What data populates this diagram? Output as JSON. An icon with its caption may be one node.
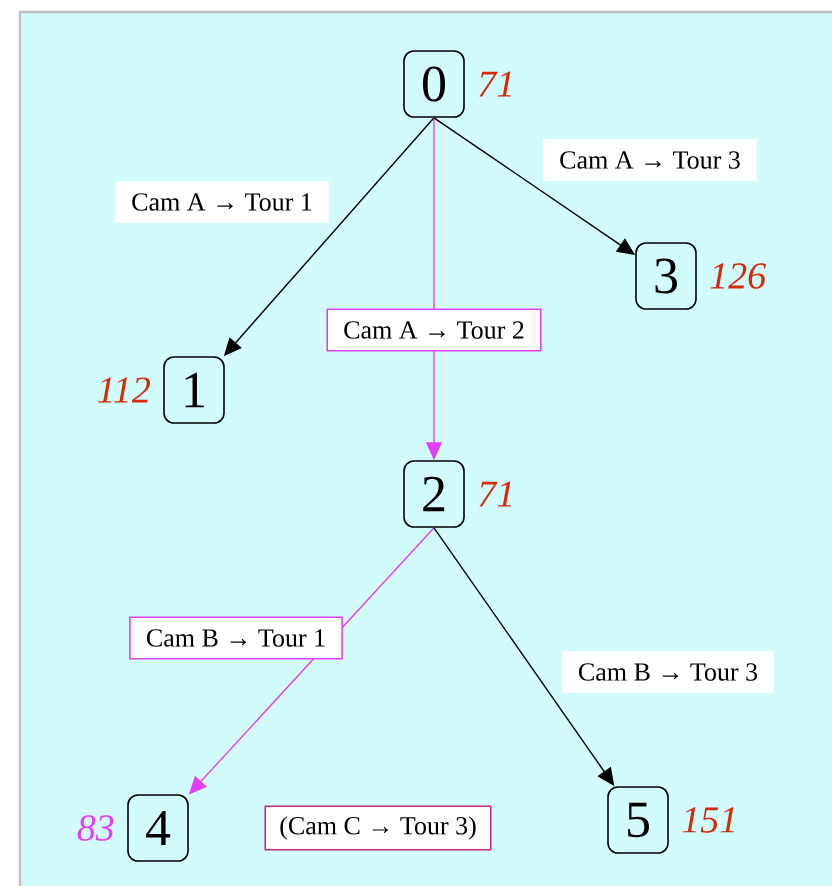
{
  "diagram": {
    "nodes": [
      {
        "text": [
          "0"
        ],
        "beside": [
          "71"
        ]
      },
      {
        "text": [
          "1"
        ],
        "beside": [
          "112"
        ]
      },
      {
        "text": [
          "3"
        ],
        "beside": [
          "126"
        ]
      },
      {
        "text": [
          "2"
        ],
        "beside": [
          "71"
        ]
      },
      {
        "text": [
          "4"
        ],
        "beside": [
          "83"
        ]
      },
      {
        "text": [
          "5"
        ],
        "beside": [
          "151"
        ]
      },
      {
        "text": [
          "(Cam C → Tour 3)"
        ]
      }
    ],
    "edges": [
      {
        "from": 0,
        "to": 1,
        "arrow": "to",
        "label": "Cam A → Tour 1"
      },
      {
        "from": 0,
        "to": 3,
        "arrow": "to",
        "label": "Cam A → Tour 2",
        "color": "#e040fb"
      },
      {
        "from": 0,
        "to": 2,
        "arrow": "to",
        "label": "Cam A → Tour 3"
      },
      {
        "from": 3,
        "to": 4,
        "arrow": "to",
        "label": "Cam B → Tour 1",
        "color": "#e040fb"
      },
      {
        "from": 3,
        "to": 5,
        "arrow": "to",
        "label": "Cam B → Tour 3"
      }
    ]
  }
}
